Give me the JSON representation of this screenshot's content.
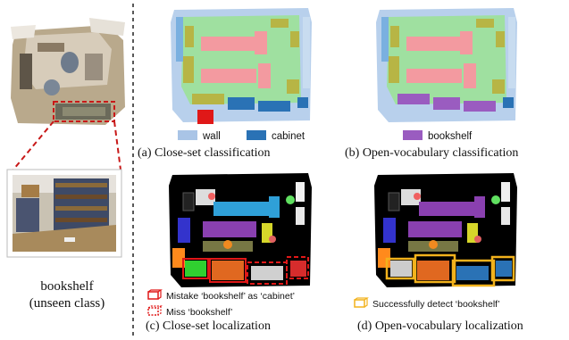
{
  "left_panel": {
    "class_name": "bookshelf",
    "class_note": "(unseen class)"
  },
  "legend_top": {
    "wall": {
      "label": "wall",
      "color": "#a9c4e6"
    },
    "cabinet": {
      "label": "cabinet",
      "color": "#2a72b5"
    },
    "bookshelf": {
      "label": "bookshelf",
      "color": "#9a5cc0"
    }
  },
  "captions": {
    "a": "(a) Close-set classification",
    "b": "(b) Open-vocabulary classification",
    "c": "(c) Close-set localization",
    "d": "(d) Open-vocabulary localization"
  },
  "legend_bottom": {
    "mistake": "Mistake ‘bookshelf’ as ‘cabinet’",
    "miss": "Miss ‘bookshelf’",
    "success": "Successfully detect ‘bookshelf’"
  },
  "colors": {
    "floor_green": "#9fe0a0",
    "pink": "#f39aa0",
    "olive": "#b7b545",
    "red_box": "#e01818",
    "yellow_box": "#f2b21c",
    "black": "#000000"
  }
}
